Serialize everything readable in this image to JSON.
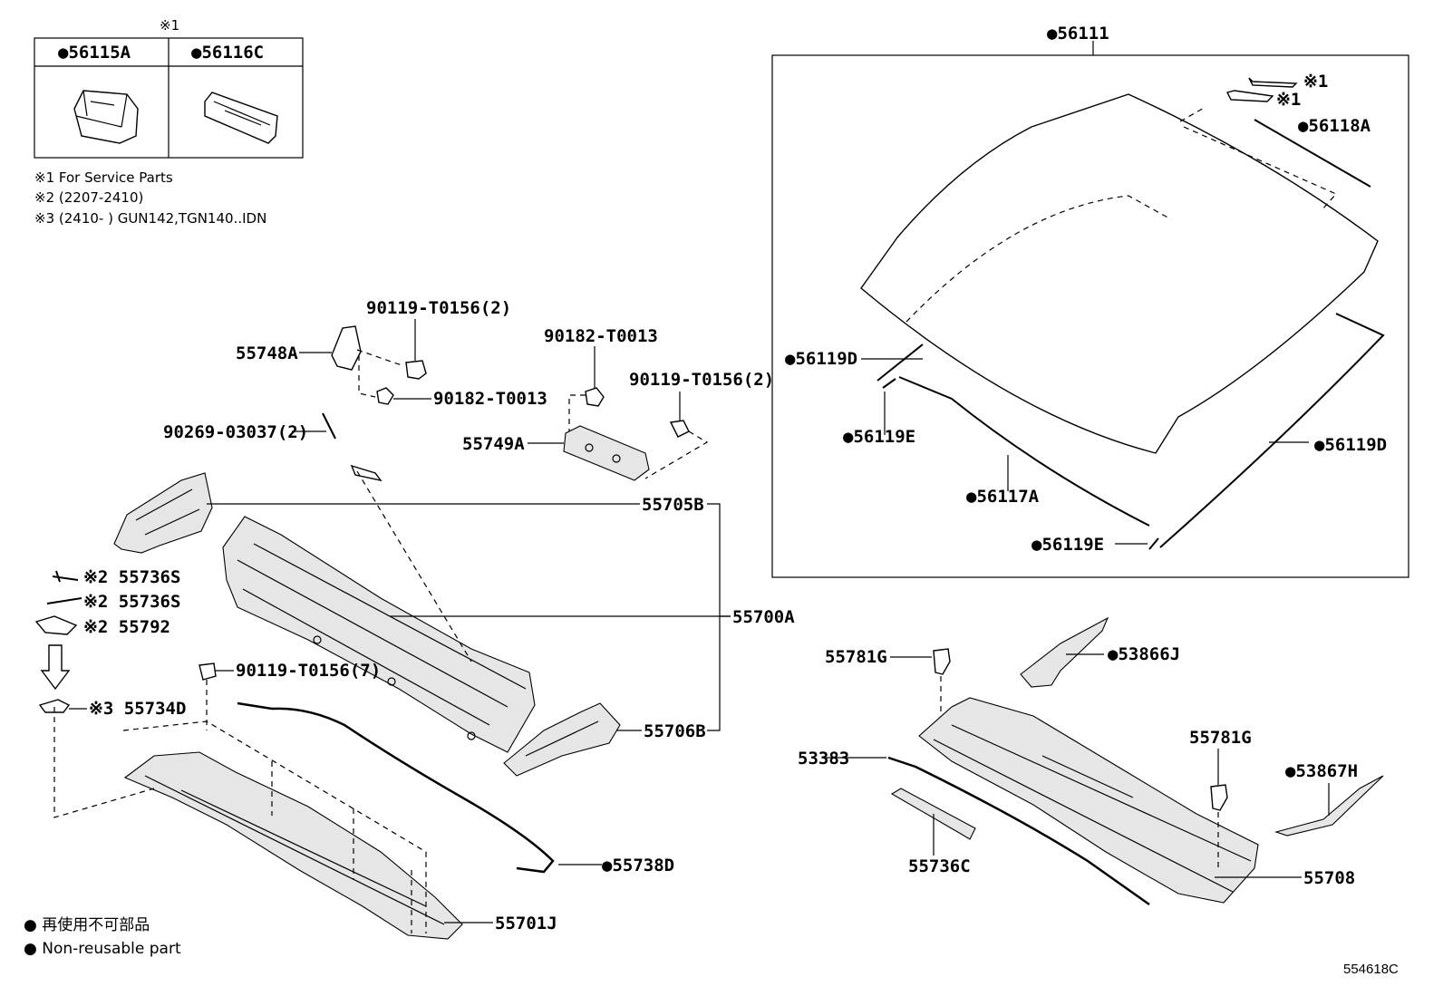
{
  "service_table": {
    "header_note": "※1",
    "col1": "●56115A",
    "col2": "●56116C"
  },
  "notes": [
    "※1 For Service Parts",
    "※2 (2207-2410)",
    "※3 (2410-      ) GUN142,TGN140..IDN"
  ],
  "labels": {
    "p56111": "●56111",
    "p56118A": "●56118A",
    "mark1a": "※1",
    "mark1b": "※1",
    "p56119D_left": "●56119D",
    "p56119E_left": "●56119E",
    "p56117A": "●56117A",
    "p56119D_right": "●56119D",
    "p56119E_bottom": "●56119E",
    "p90119_top": "90119-T0156(2)",
    "p55748A": "55748A",
    "p90182_left": "90182-T0013",
    "p90182_right": "90182-T0013",
    "p90119_right": "90119-T0156(2)",
    "p55749A": "55749A",
    "p90269": "90269-03037(2)",
    "p55705B": "55705B",
    "p55736S_1": "※2 55736S",
    "p55736S_2": "※2 55736S",
    "p55792": "※2 55792",
    "p55700A": "55700A",
    "p90119_7": "90119-T0156(7)",
    "p55734D": "※3 55734D",
    "p55706B": "55706B",
    "p55738D": "●55738D",
    "p55701J": "55701J",
    "p55781G_left": "55781G",
    "p53866J": "●53866J",
    "p55781G_right": "55781G",
    "p53383": "53383",
    "p53867H": "●53867H",
    "p55736C": "55736C",
    "p55708": "55708"
  },
  "legend": {
    "jp": "● 再使用不可部品",
    "en": "● Non-reusable part"
  },
  "diagram_code": "554618C"
}
